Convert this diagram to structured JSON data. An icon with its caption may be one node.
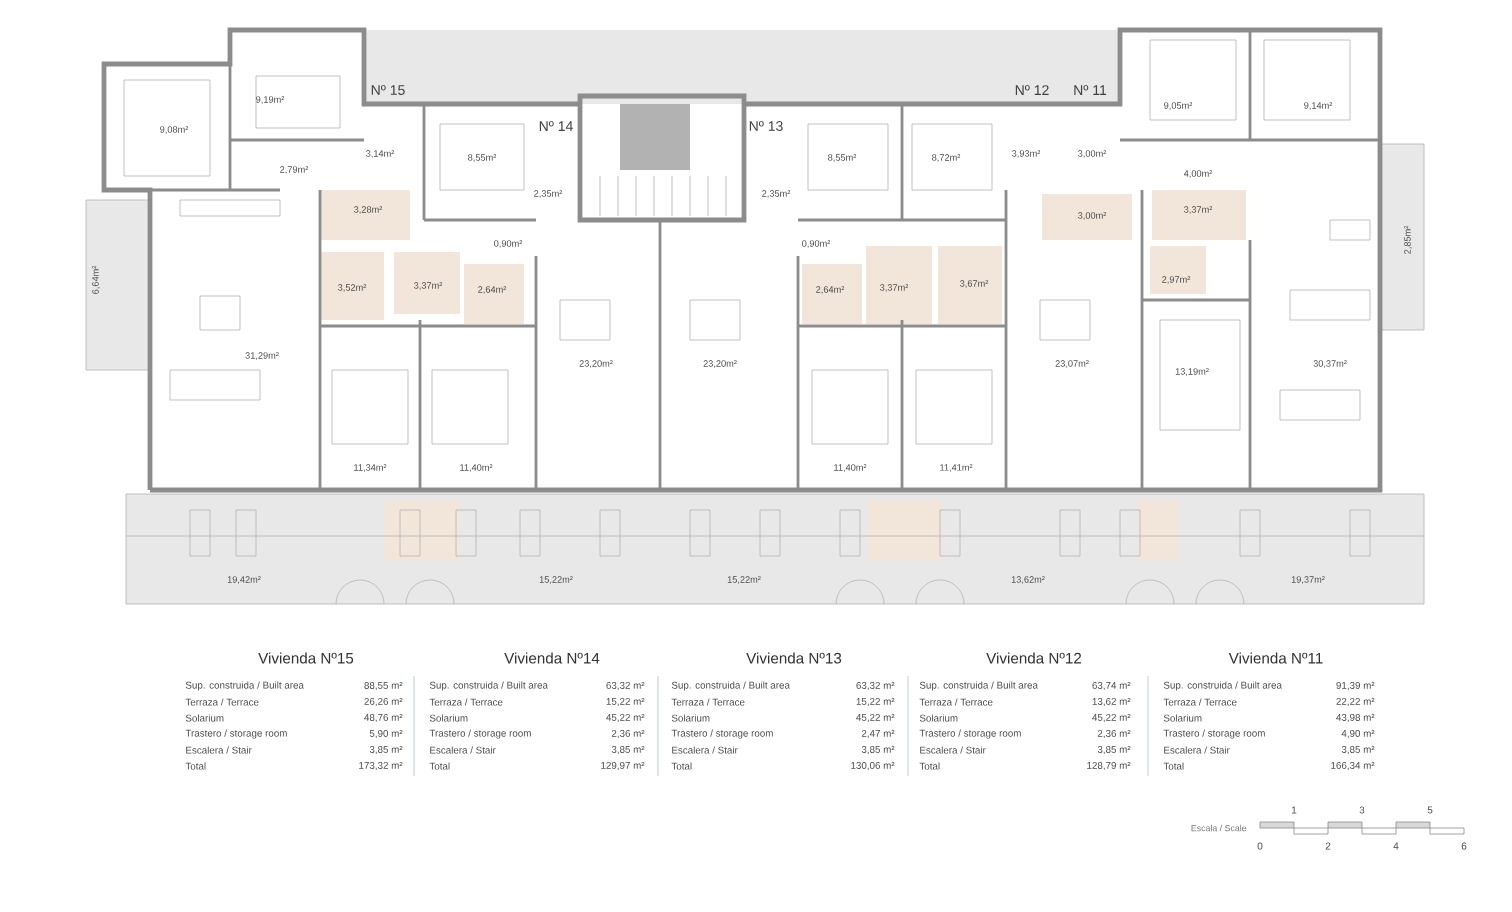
{
  "diagram": {
    "labels": [
      "9,19m²",
      "Nº 15",
      "Nº 12",
      "Nº 11",
      "9,05m²",
      "9,14m²",
      "9,08m²",
      "Nº 14",
      "Nº 13",
      "3,14m²",
      "8,55m²",
      "8,55m²",
      "8,72m²",
      "3,93m²",
      "3,00m²",
      "2,79m²",
      "4,00m²",
      "2,35m²",
      "2,35m²",
      "3,28m²",
      "3,00m²",
      "3,37m²",
      "0,90m²",
      "0,90m²",
      "2,85m²",
      "6,64m²",
      "3,52m²",
      "3,37m²",
      "2,64m²",
      "2,64m²",
      "3,37m²",
      "3,67m²",
      "2,97m²",
      "31,29m²",
      "23,20m²",
      "23,20m²",
      "23,07m²",
      "13,19m²",
      "30,37m²",
      "11,34m²",
      "11,40m²",
      "11,40m²",
      "11,41m²",
      "19,42m²",
      "15,22m²",
      "15,22m²",
      "13,62m²",
      "19,37m²",
      "Vivienda Nº15",
      "Vivienda Nº14",
      "Vivienda Nº13",
      "Vivienda Nº12",
      "Vivienda Nº11",
      "Sup. construida / Built area",
      "88,55 m²",
      "Sup. construida / Built area",
      "63,32 m²",
      "Sup. construida / Built area",
      "63,32 m²",
      "Sup. construida / Built area",
      "63,74 m²",
      "Sup. construida / Built area",
      "91,39 m²",
      "Terraza / Terrace",
      "26,26 m²",
      "Terraza / Terrace",
      "15,22 m²",
      "Terraza / Terrace",
      "15,22 m²",
      "Terraza / Terrace",
      "13,62 m²",
      "Terraza / Terrace",
      "22,22 m²",
      "Solarium",
      "48,76 m²",
      "Solarium",
      "45,22 m²",
      "Solarium",
      "45,22 m²",
      "Solarium",
      "45,22 m²",
      "Solarium",
      "43,98 m²",
      "Trastero / storage room",
      "5,90 m²",
      "Trastero / storage room",
      "2,36 m²",
      "Trastero / storage room",
      "2,47 m²",
      "Trastero / storage room",
      "2,36 m²",
      "Trastero / storage room",
      "4,90 m²",
      "Escalera / Stair",
      "3,85 m²",
      "Escalera / Stair",
      "3,85 m²",
      "Escalera / Stair",
      "3,85 m²",
      "Escalera / Stair",
      "3,85 m²",
      "Escalera / Stair",
      "3,85 m²",
      "Total",
      "173,32 m²",
      "Total",
      "129,97 m²",
      "Total",
      "130,06 m²",
      "Total",
      "128,79 m²",
      "Total",
      "166,34 m²",
      "Escala / Scale",
      "1",
      "3",
      "5",
      "0",
      "2",
      "4",
      "6"
    ]
  }
}
